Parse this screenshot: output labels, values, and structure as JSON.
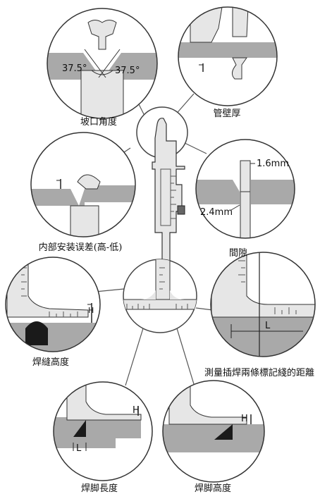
{
  "labels": {
    "bevel": "坡口角度",
    "wall": "管壁厚",
    "misalign": "内部安装误差(高-低)",
    "gap": "間隙",
    "weld_height": "焊縫高度",
    "spacing": "測量插焊兩條標記綫的距離",
    "leg_length": "焊脚長度",
    "leg_height": "焊脚高度"
  },
  "annotations": {
    "angle_left": "37.5°",
    "angle_right": "37.5°",
    "gap_top": "1.6mm",
    "gap_bottom": "2.4mm",
    "dim_L": "L",
    "dim_H": "H"
  },
  "colors": {
    "gauge_fill": "#e6e6e6",
    "plate_fill": "#a9a9a9",
    "weld_fill": "#1a1a1a",
    "line": "#333333"
  }
}
